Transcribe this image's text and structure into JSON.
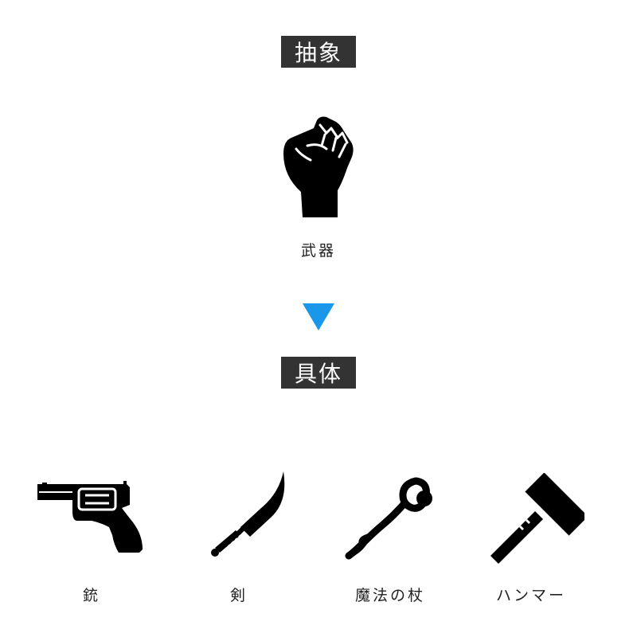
{
  "abstract": {
    "badge": "抽象",
    "icon": "fist-icon",
    "label": "武器"
  },
  "arrow": {
    "icon": "triangle-down-icon",
    "color": "#1a97e8"
  },
  "concrete": {
    "badge": "具体",
    "items": [
      {
        "label": "銃",
        "icon": "revolver-icon"
      },
      {
        "label": "剣",
        "icon": "knife-icon"
      },
      {
        "label": "魔法の杖",
        "icon": "magic-staff-icon"
      },
      {
        "label": "ハンマー",
        "icon": "hammer-icon"
      }
    ]
  },
  "colors": {
    "badge_bg": "#333333",
    "badge_text": "#ffffff",
    "icon": "#000000"
  }
}
